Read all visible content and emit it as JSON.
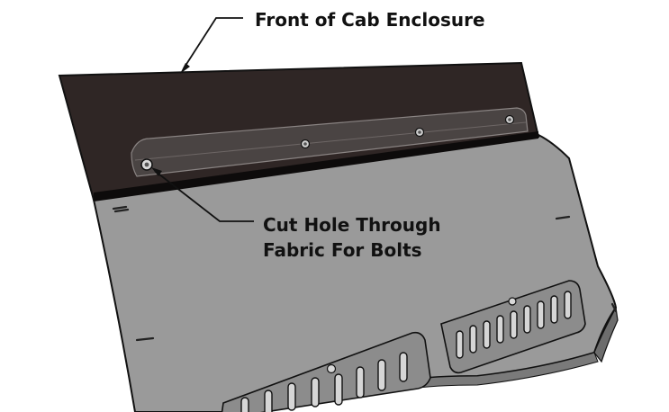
{
  "callouts": {
    "front_of_cab": {
      "text": "Front of Cab Enclosure"
    },
    "cut_hole": {
      "line1": "Cut Hole Through",
      "line2": "Fabric For Bolts"
    }
  },
  "colors": {
    "panel_dark": "#2f2625",
    "fabric_gray": "#9a9a9a",
    "rail": "#4a4443",
    "outline": "#111111",
    "text": "#111111",
    "background": "#ffffff"
  },
  "icons": [
    "bolt-icon",
    "vent-slot-icon",
    "leader-arrow-icon"
  ]
}
